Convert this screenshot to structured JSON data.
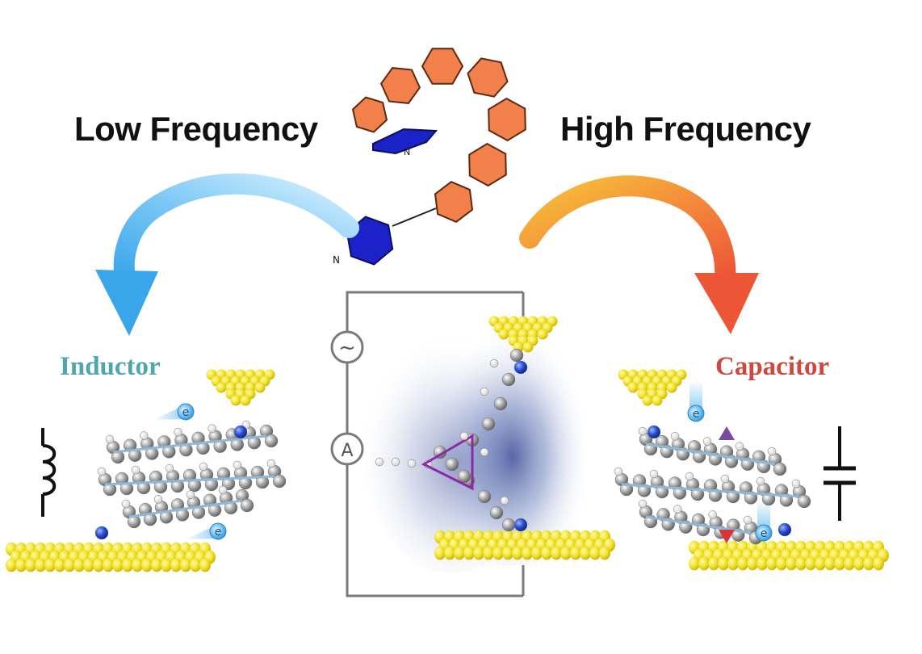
{
  "headings": {
    "low_frequency": "Low Frequency",
    "high_frequency": "High Frequency"
  },
  "components": {
    "inductor": "Inductor",
    "capacitor": "Capacitor"
  },
  "circuit": {
    "ac_source_symbol": "~",
    "ammeter_symbol": "A"
  },
  "atoms": {
    "nitrogen": "N",
    "electron": "e"
  },
  "colors": {
    "low_frequency_arrow": "#4fb8f0",
    "high_frequency_arrow": "#f0643a",
    "inductor_text": "#4fa7ae",
    "capacitor_text": "#cf4840",
    "helicene_rings": "#f2804a",
    "pyridine_rings": "#1a22c8",
    "gold_electrode": "#f0e030"
  }
}
